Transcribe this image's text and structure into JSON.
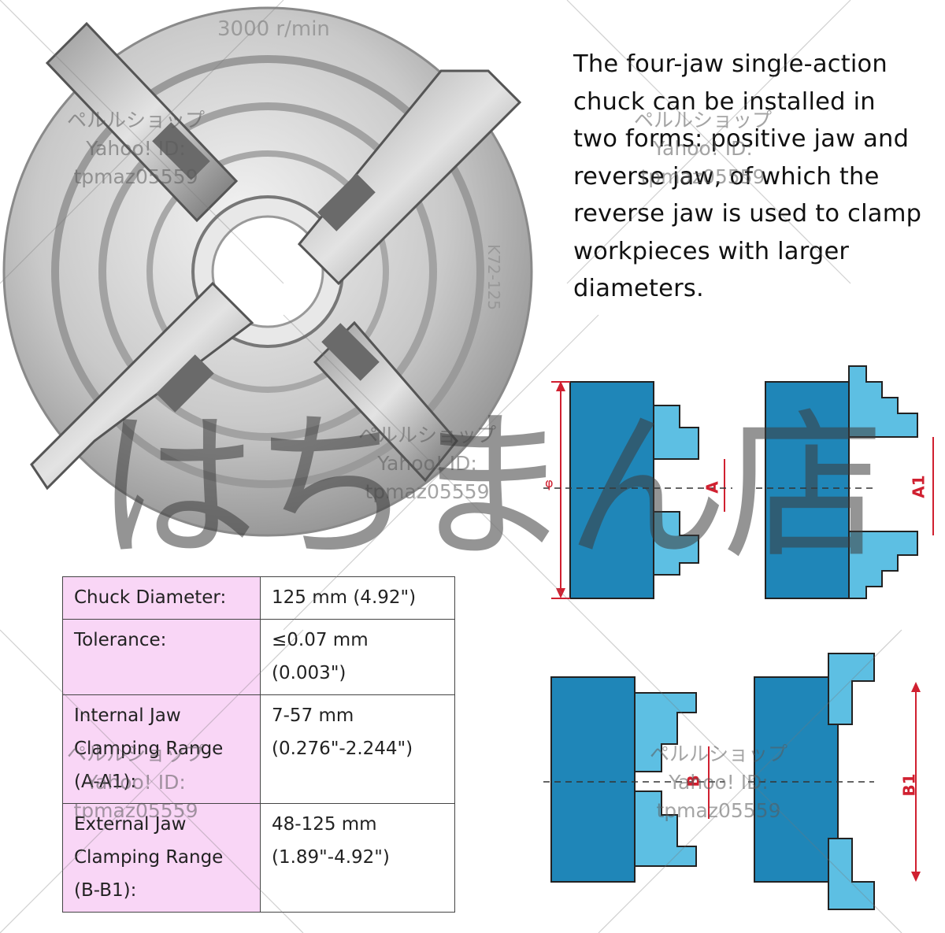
{
  "description": "The four-jaw single-action\nchuck can be installed in\ntwo forms: positive jaw and\nreverse jaw, of which the\nreverse jaw is used to clamp\nworkpieces with larger\ndiameters.",
  "chuck_marking": {
    "speed": "3000 r/min",
    "model": "K72-125"
  },
  "specs": [
    {
      "label": "Chuck Diameter:",
      "value": "125 mm (4.92\")"
    },
    {
      "label": "Tolerance:",
      "value": "≤0.07 mm (0.003\")"
    },
    {
      "label": "Internal Jaw Clamping Range (A-A1):",
      "value": "7-57 mm (0.276\"-2.244\")"
    },
    {
      "label": "External Jaw Clamping Range (B-B1):",
      "value": "48-125 mm (1.89\"-4.92\")"
    }
  ],
  "diagram_labels": {
    "a": "A",
    "a1": "A1",
    "b": "B",
    "b1": "B1",
    "phi": "φ"
  },
  "watermark": {
    "shop_jp": "ペルルショップ",
    "yahoo": "Yahoo! ID:",
    "id": "tpmaz05559",
    "big_shop_name": "はちまん店"
  },
  "colors": {
    "body_dark": "#1f86b8",
    "jaw_light": "#5dbfe3",
    "dimension": "#d02030",
    "label_bg": "#f9d6f6"
  }
}
